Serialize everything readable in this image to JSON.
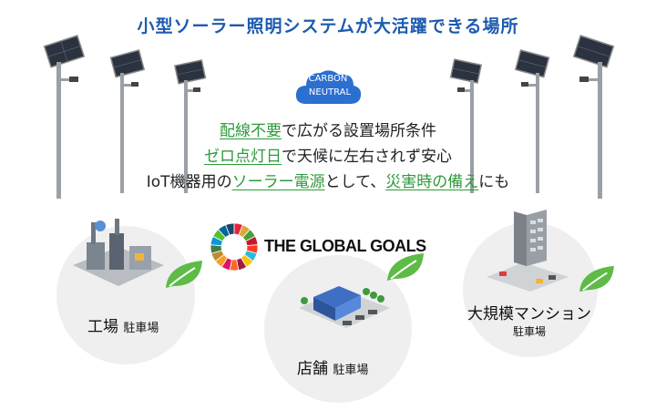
{
  "title": "小型ソーラー照明システムが大活躍できる場所",
  "badge": {
    "line1": "CARBON",
    "line2": "NEUTRAL"
  },
  "lines": [
    {
      "hl": "配線不要",
      "rest": "で広がる設置場所条件"
    },
    {
      "hl": "ゼロ点灯日",
      "rest": "で天候に左右されず安心"
    },
    {
      "pre": "IoT機器用の",
      "hl1": "ソーラー電源",
      "mid": "として、",
      "hl2": "災害時の備え",
      "post": "にも"
    }
  ],
  "goals_label": "THE GLOBAL GOALS",
  "locations": [
    {
      "name": "工場",
      "sub": "駐車場"
    },
    {
      "name": "店舗",
      "sub": "駐車場"
    },
    {
      "name": "大規模マンション",
      "sub": "駐車場"
    }
  ],
  "colors": {
    "title": "#1c5bb0",
    "highlight": "#2e9a3c",
    "leaf": "#5dbb46",
    "badge": "#2b6fd0"
  }
}
